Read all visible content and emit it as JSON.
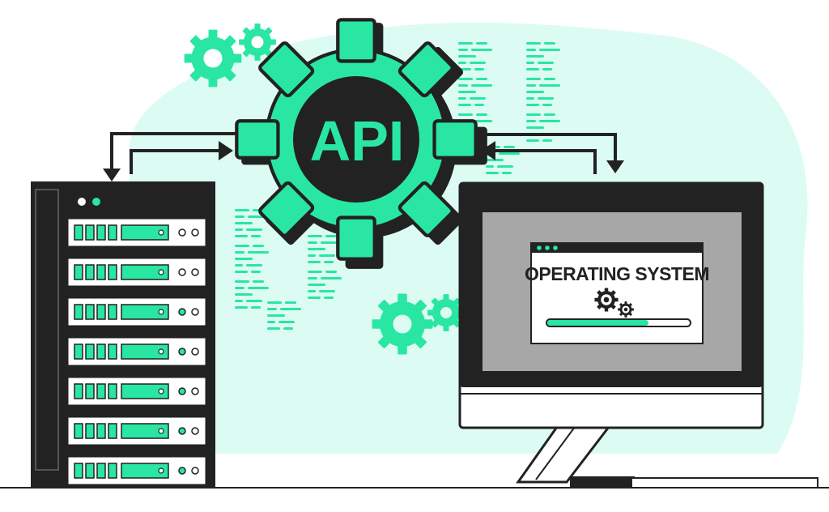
{
  "api_label": "API",
  "os_window": {
    "title": "OPERATING SYSTEM",
    "progress": 0.71
  },
  "server": {
    "unit_count": 7
  },
  "icons": {
    "central": "api-gear-icon",
    "decor": [
      "gear-icon",
      "gear-icon",
      "code-lines-icon"
    ]
  },
  "colors": {
    "accent": "#29e6a3",
    "dark": "#222222",
    "blob": "#dcfcf3",
    "screen": "#a7a7a7"
  }
}
